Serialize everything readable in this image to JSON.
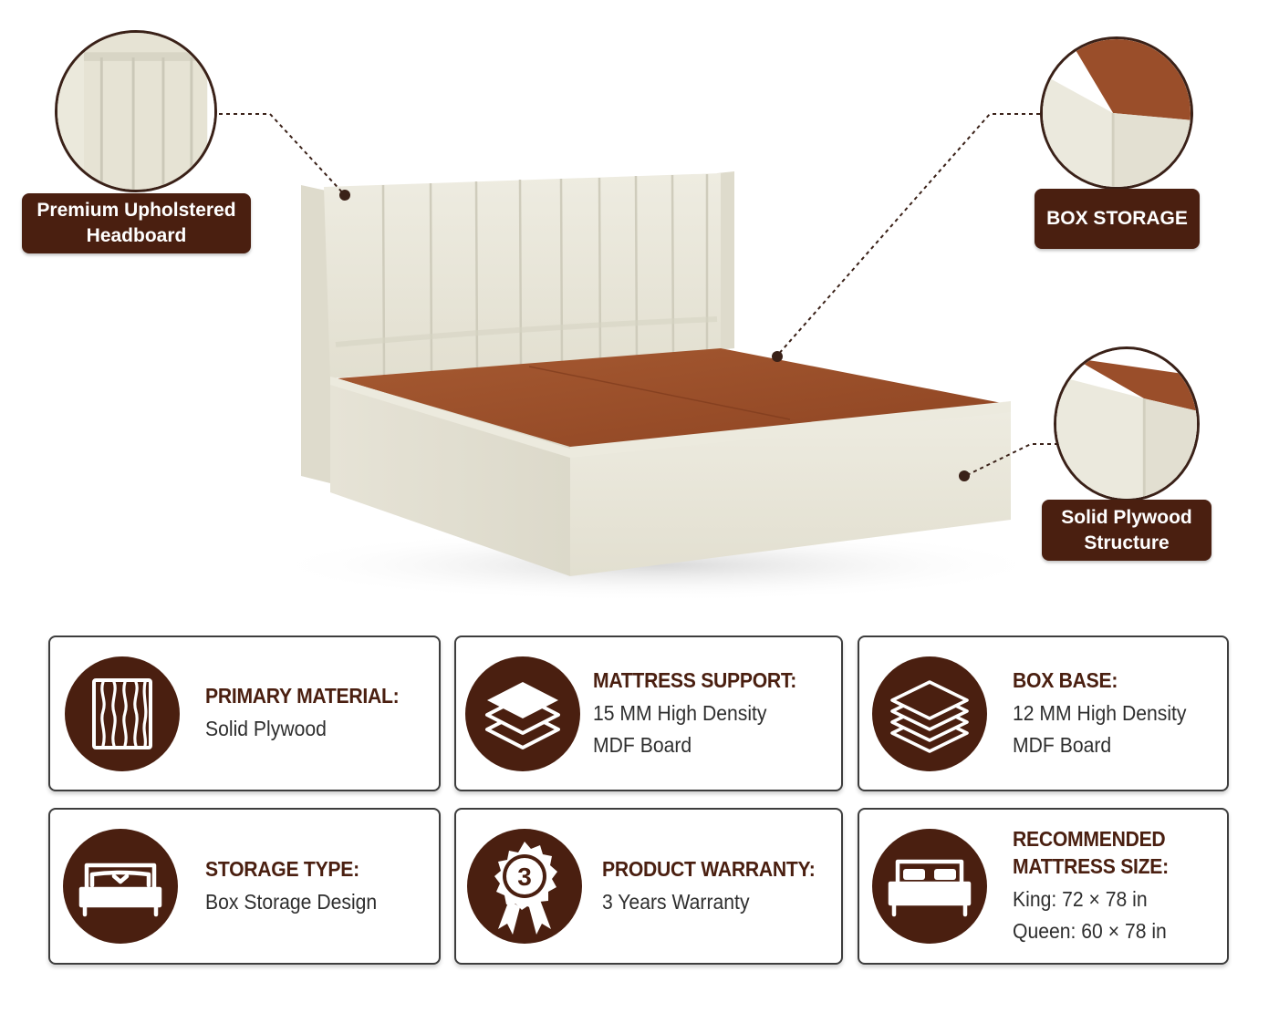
{
  "callouts": {
    "headboard": {
      "label_line1": "Premium Upholstered",
      "label_line2": "Headboard"
    },
    "box_storage": {
      "label": "BOX STORAGE"
    },
    "structure": {
      "label_line1": "Solid Plywood",
      "label_line2": "Structure"
    }
  },
  "features": [
    {
      "icon": "wood-grain-icon",
      "title": "PRIMARY MATERIAL:",
      "lines": [
        "Solid Plywood"
      ]
    },
    {
      "icon": "layers-icon",
      "title": "MATTRESS SUPPORT:",
      "lines": [
        "15 MM High Density",
        "MDF Board"
      ]
    },
    {
      "icon": "stacked-boards-icon",
      "title": "BOX BASE:",
      "lines": [
        "12 MM High Density",
        "MDF Board"
      ]
    },
    {
      "icon": "bed-icon",
      "title": "STORAGE TYPE:",
      "lines": [
        "Box Storage Design"
      ]
    },
    {
      "icon": "warranty-badge-icon",
      "title": "PRODUCT WARRANTY:",
      "badge": "3",
      "lines": [
        "3 Years Warranty"
      ]
    },
    {
      "icon": "double-bed-icon",
      "title_line1": "RECOMMENDED",
      "title_line2": "MATTRESS SIZE:",
      "lines": [
        "King: 72 × 78 in",
        "Queen: 60 × 78 in"
      ]
    }
  ],
  "colors": {
    "brand_brown": "#4a1f10",
    "fabric_cream": "#e9e7da",
    "plywood_top": "#9a4e2a",
    "card_border": "#3d3d3d"
  }
}
